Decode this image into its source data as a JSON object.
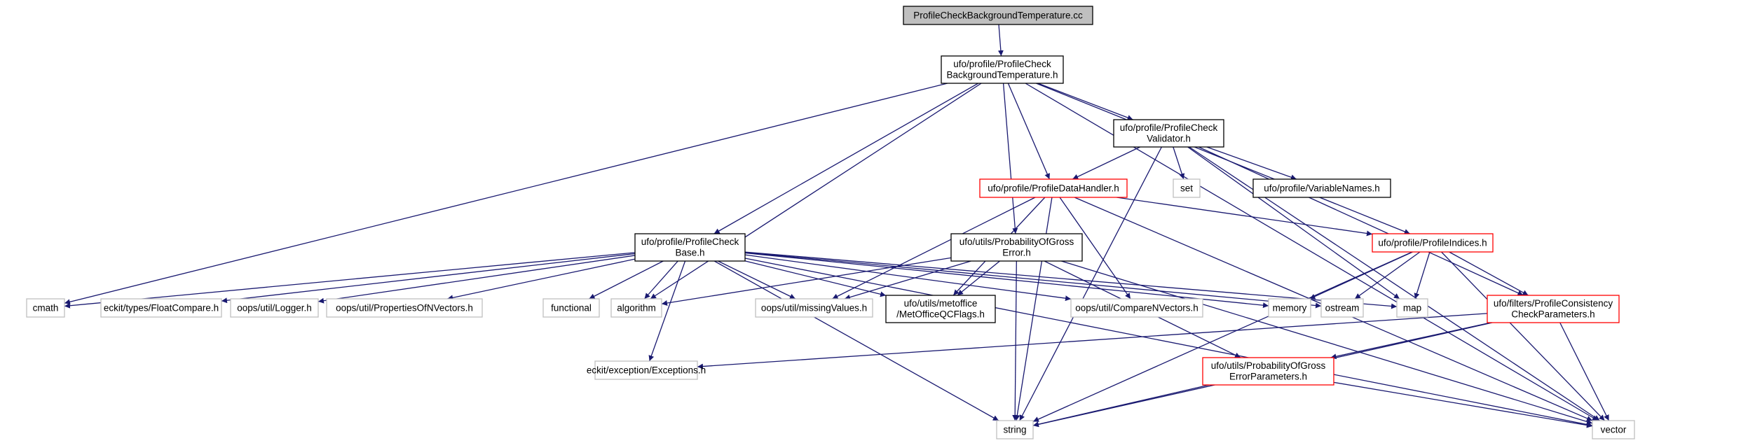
{
  "colors": {
    "edge": "#191970",
    "root_fill": "#bfbfbf",
    "normal_border": "#000000",
    "red_border": "#ff0000",
    "gray_border": "#bfbfbf"
  },
  "nodes": [
    {
      "id": "root",
      "kind": "root",
      "lines": [
        "ProfileCheckBackgroundTemperature.cc"
      ]
    },
    {
      "id": "pcbt",
      "kind": "normal",
      "lines": [
        "ufo/profile/ProfileCheck",
        "BackgroundTemperature.h"
      ]
    },
    {
      "id": "validator",
      "kind": "normal",
      "lines": [
        "ufo/profile/ProfileCheck",
        "Validator.h"
      ]
    },
    {
      "id": "set",
      "kind": "gray",
      "lines": [
        "set"
      ]
    },
    {
      "id": "varnames",
      "kind": "normal",
      "lines": [
        "ufo/profile/VariableNames.h"
      ]
    },
    {
      "id": "datahandler",
      "kind": "red",
      "lines": [
        "ufo/profile/ProfileDataHandler.h"
      ]
    },
    {
      "id": "checkbase",
      "kind": "normal",
      "lines": [
        "ufo/profile/ProfileCheck",
        "Base.h"
      ]
    },
    {
      "id": "probgross",
      "kind": "normal",
      "lines": [
        "ufo/utils/ProbabilityOfGross",
        "Error.h"
      ]
    },
    {
      "id": "indices",
      "kind": "red",
      "lines": [
        "ufo/profile/ProfileIndices.h"
      ]
    },
    {
      "id": "cmath",
      "kind": "gray",
      "lines": [
        "cmath"
      ]
    },
    {
      "id": "floatcompare",
      "kind": "gray",
      "lines": [
        "eckit/types/FloatCompare.h"
      ]
    },
    {
      "id": "logger",
      "kind": "gray",
      "lines": [
        "oops/util/Logger.h"
      ]
    },
    {
      "id": "propnvec",
      "kind": "gray",
      "lines": [
        "oops/util/PropertiesOfNVectors.h"
      ]
    },
    {
      "id": "functional",
      "kind": "gray",
      "lines": [
        "functional"
      ]
    },
    {
      "id": "algorithm",
      "kind": "gray",
      "lines": [
        "algorithm"
      ]
    },
    {
      "id": "missing",
      "kind": "gray",
      "lines": [
        "oops/util/missingValues.h"
      ]
    },
    {
      "id": "metoffice",
      "kind": "normal",
      "lines": [
        "ufo/utils/metoffice",
        "/MetOfficeQCFlags.h"
      ]
    },
    {
      "id": "comparen",
      "kind": "gray",
      "lines": [
        "oops/util/CompareNVectors.h"
      ]
    },
    {
      "id": "memory",
      "kind": "gray",
      "lines": [
        "memory"
      ]
    },
    {
      "id": "ostream",
      "kind": "gray",
      "lines": [
        "ostream"
      ]
    },
    {
      "id": "map",
      "kind": "gray",
      "lines": [
        "map"
      ]
    },
    {
      "id": "consistency",
      "kind": "red",
      "lines": [
        "ufo/filters/ProfileConsistency",
        "CheckParameters.h"
      ]
    },
    {
      "id": "exceptions",
      "kind": "gray",
      "lines": [
        "eckit/exception/Exceptions.h"
      ]
    },
    {
      "id": "probparams",
      "kind": "red",
      "lines": [
        "ufo/utils/ProbabilityOfGross",
        "ErrorParameters.h"
      ]
    },
    {
      "id": "string",
      "kind": "gray",
      "lines": [
        "string"
      ]
    },
    {
      "id": "vector",
      "kind": "gray",
      "lines": [
        "vector"
      ]
    }
  ],
  "edges": [
    [
      "root",
      "pcbt"
    ],
    [
      "pcbt",
      "validator"
    ],
    [
      "pcbt",
      "datahandler"
    ],
    [
      "pcbt",
      "checkbase"
    ],
    [
      "pcbt",
      "probgross"
    ],
    [
      "pcbt",
      "indices"
    ],
    [
      "pcbt",
      "cmath"
    ],
    [
      "pcbt",
      "algorithm"
    ],
    [
      "pcbt",
      "vector"
    ],
    [
      "validator",
      "set"
    ],
    [
      "validator",
      "varnames"
    ],
    [
      "validator",
      "datahandler"
    ],
    [
      "validator",
      "string"
    ],
    [
      "validator",
      "consistency"
    ],
    [
      "validator",
      "map"
    ],
    [
      "validator",
      "vector"
    ],
    [
      "datahandler",
      "indices"
    ],
    [
      "datahandler",
      "missing"
    ],
    [
      "datahandler",
      "metoffice"
    ],
    [
      "datahandler",
      "comparen"
    ],
    [
      "datahandler",
      "string"
    ],
    [
      "datahandler",
      "vector"
    ],
    [
      "checkbase",
      "cmath"
    ],
    [
      "checkbase",
      "floatcompare"
    ],
    [
      "checkbase",
      "logger"
    ],
    [
      "checkbase",
      "propnvec"
    ],
    [
      "checkbase",
      "functional"
    ],
    [
      "checkbase",
      "algorithm"
    ],
    [
      "checkbase",
      "missing"
    ],
    [
      "checkbase",
      "metoffice"
    ],
    [
      "checkbase",
      "comparen"
    ],
    [
      "checkbase",
      "memory"
    ],
    [
      "checkbase",
      "ostream"
    ],
    [
      "checkbase",
      "map"
    ],
    [
      "checkbase",
      "exceptions"
    ],
    [
      "checkbase",
      "string"
    ],
    [
      "checkbase",
      "vector"
    ],
    [
      "probgross",
      "algorithm"
    ],
    [
      "probgross",
      "missing"
    ],
    [
      "probgross",
      "metoffice"
    ],
    [
      "probgross",
      "probparams"
    ],
    [
      "probgross",
      "string"
    ],
    [
      "probgross",
      "vector"
    ],
    [
      "indices",
      "memory"
    ],
    [
      "indices",
      "ostream"
    ],
    [
      "indices",
      "map"
    ],
    [
      "indices",
      "consistency"
    ],
    [
      "indices",
      "string"
    ],
    [
      "indices",
      "vector"
    ],
    [
      "consistency",
      "exceptions"
    ],
    [
      "consistency",
      "probparams"
    ],
    [
      "consistency",
      "string"
    ],
    [
      "consistency",
      "vector"
    ],
    [
      "probparams",
      "string"
    ],
    [
      "probparams",
      "vector"
    ]
  ]
}
